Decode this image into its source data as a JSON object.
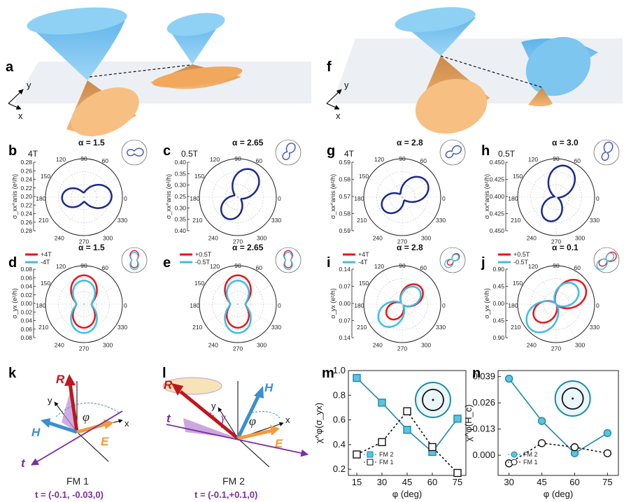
{
  "panel_labels": [
    "a",
    "b",
    "c",
    "d",
    "e",
    "f",
    "g",
    "h",
    "i",
    "j",
    "k",
    "l",
    "m",
    "n"
  ],
  "axes_3d": {
    "x": "x",
    "y": "y"
  },
  "polar_angles": [
    "90",
    "60",
    "0",
    "330",
    "300",
    "270",
    "240",
    "210",
    "180",
    "150",
    "120"
  ],
  "panels": {
    "b": {
      "alpha": "α = 1.5",
      "field": "4T",
      "ylabel": "σ_xx^anis (e²/h)",
      "yticks": [
        "0.28",
        "0.26",
        "0.24",
        "0.22",
        "0.20",
        "0.22",
        "0.24",
        "0.26",
        "0.28"
      ]
    },
    "c": {
      "alpha": "α = 2.65",
      "field": "0.5T",
      "ylabel": "σ_xx^anis (e²/h)",
      "yticks": [
        "0.40",
        "0.35",
        "0.30",
        "0.25",
        "0.30",
        "0.35",
        "0.40"
      ]
    },
    "d": {
      "alpha": "α = 1.5",
      "ylabel": "σ_yx (e²/h)",
      "legend": [
        "+4T",
        "-4T"
      ],
      "yticks": [
        "0.08",
        "0.06",
        "0.04",
        "0.02",
        "0.00",
        "0.02",
        "0.04",
        "0.06",
        "0.08"
      ]
    },
    "e": {
      "alpha": "α = 2.65",
      "legend": [
        "+0.5T",
        "-0.5T"
      ]
    },
    "g": {
      "alpha": "α = 2.8",
      "field": "4T",
      "ylabel": "σ_xx^anis (e²/h)",
      "yticks": [
        "0.59",
        "0.58",
        "0.57",
        "0.58",
        "0.59"
      ]
    },
    "h": {
      "alpha": "α = 3.0",
      "field": "0.5T",
      "ylabel": "σ_xx^anis (e²/h)",
      "yticks": [
        "0.450",
        "0.425",
        "0.400",
        "0.425",
        "0.450"
      ]
    },
    "i": {
      "alpha": "α = 2.8",
      "ylabel": "σ_yx (e²/h)",
      "legend": [
        "+4T",
        "-4T"
      ],
      "yticks": [
        "0.14",
        "0.07",
        "0.00",
        "0.07",
        "0.14"
      ]
    },
    "j": {
      "alpha": "α = 0.1",
      "ylabel": "σ_yx (e²/h)",
      "legend": [
        "+0.5T",
        "-0.5T"
      ],
      "yticks": [
        "0.90",
        "0.45",
        "0.00",
        "0.45",
        "0.90"
      ]
    }
  },
  "vector_labels": {
    "R": "R",
    "H": "H",
    "E": "E",
    "t": "t",
    "x": "x",
    "y": "y",
    "phi": "φ",
    "gamma": "γ"
  },
  "fm_captions": {
    "k": {
      "name": "FM 1",
      "t": "t = (-0.1, -0.03,0)"
    },
    "l": {
      "name": "FM 2",
      "t": "t = (-0.1,+0.1,0)"
    }
  },
  "colors": {
    "navy": "#1a2a8c",
    "red": "#e8151b",
    "cyan": "#3cbde6",
    "teal": "#1b8aa8",
    "orange": "#f39a3b",
    "purple": "#7a2ea0",
    "blue_vec": "#3a8fd0",
    "darkred": "#c0161c"
  },
  "chart_data": [
    {
      "type": "line",
      "panel": "m",
      "xlabel": "φ (deg)",
      "ylabel": "χ^φ(σ_yx)",
      "xlim": [
        10,
        80
      ],
      "ylim": [
        0.15,
        1.0
      ],
      "xticks": [
        15,
        30,
        45,
        60,
        75
      ],
      "yticks": [
        0.2,
        0.4,
        0.6,
        0.8,
        1.0
      ],
      "series": [
        {
          "name": "FM 2",
          "x": [
            15,
            30,
            45,
            60,
            75
          ],
          "y": [
            0.94,
            0.74,
            0.52,
            0.34,
            0.61
          ]
        },
        {
          "name": "FM 1",
          "x": [
            15,
            30,
            45,
            60,
            75
          ],
          "y": [
            0.32,
            0.42,
            0.67,
            0.38,
            0.17
          ]
        }
      ]
    },
    {
      "type": "line",
      "panel": "n",
      "xlabel": "φ (deg)",
      "ylabel": "χ^φ(H_c)",
      "xlim": [
        25,
        80
      ],
      "ylim": [
        -0.01,
        0.042
      ],
      "xticks": [
        30,
        45,
        60,
        75
      ],
      "yticks": [
        0.0,
        0.013,
        0.026,
        0.039
      ],
      "ytick_labels": [
        "0.000",
        "0.013",
        "0.026",
        "0.039"
      ],
      "series": [
        {
          "name": "FM 2",
          "x": [
            30,
            45,
            60,
            75
          ],
          "y": [
            0.038,
            0.017,
            0.001,
            0.011
          ]
        },
        {
          "name": "FM 1",
          "x": [
            30,
            45,
            60,
            75
          ],
          "y": [
            -0.004,
            0.006,
            0.004,
            0.001
          ]
        }
      ]
    }
  ]
}
